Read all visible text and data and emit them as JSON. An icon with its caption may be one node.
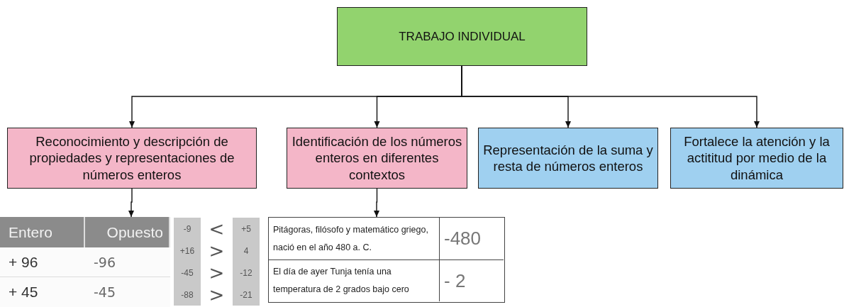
{
  "diagram": {
    "nodes": [
      {
        "text": [
          "TRABAJO INDIVIDUAL"
        ]
      },
      {
        "text": [
          "Reconocimiento y descripción de propiedades y representaciones de números enteros"
        ]
      },
      {
        "text": [
          "Identificación de los números enteros en diferentes contextos"
        ]
      },
      {
        "text": [
          "Representación de la suma y resta de números enteros"
        ]
      },
      {
        "text": [
          "Fortalece la atención y la actititud por medio de la dinámica"
        ]
      },
      {
        "text": [
          "Entero",
          "Opuesto",
          "+ 96",
          "-96",
          "+ 45",
          "-45"
        ]
      },
      {
        "text": [
          "Pitágoras, filósofo y matemático griego, nació en el año 480 a. C.",
          "-480",
          "El día de ayer Tunja tenía una temperatura de 2 grados bajo cero",
          "- 2"
        ]
      }
    ],
    "edges": [
      {
        "from": 0,
        "to": 1,
        "arrow": "to"
      },
      {
        "from": 0,
        "to": 2,
        "arrow": "to"
      },
      {
        "from": 0,
        "to": 3,
        "arrow": "to"
      },
      {
        "from": 0,
        "to": 4,
        "arrow": "to"
      },
      {
        "from": 1,
        "to": 5,
        "arrow": "to"
      },
      {
        "from": 2,
        "to": 6,
        "arrow": "to"
      }
    ],
    "labels": [
      "-9",
      "<",
      "+5",
      "+16",
      ">",
      "4",
      "-45",
      ">",
      "-12",
      "-88",
      ">",
      "-21"
    ]
  }
}
